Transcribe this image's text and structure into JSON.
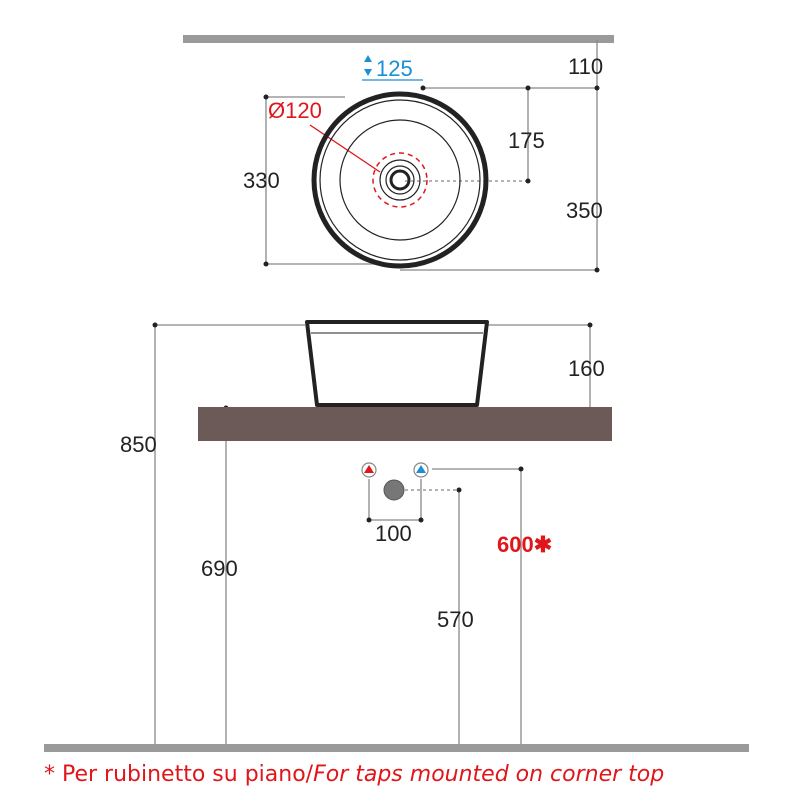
{
  "colors": {
    "wall": "#9a9a9a",
    "counter": "#6b5a58",
    "dimension_text": "#222222",
    "cold_water": "#1a8fd6",
    "hot_water": "#e0161b",
    "drain": "#777777"
  },
  "top_view": {
    "tap_hole": "125",
    "wall_to_center": "110",
    "drain_diameter": "Ø120",
    "center_offset": "175",
    "width": "330",
    "depth": "350"
  },
  "front_view": {
    "basin_height": "160",
    "total_height": "850",
    "counter_height": "690",
    "supply_spacing": "100",
    "supply_height": "600✱",
    "drain_height": "570"
  },
  "footnote": {
    "prefix": "* Per rubinetto su piano/",
    "english": "For taps mounted on corner top"
  }
}
